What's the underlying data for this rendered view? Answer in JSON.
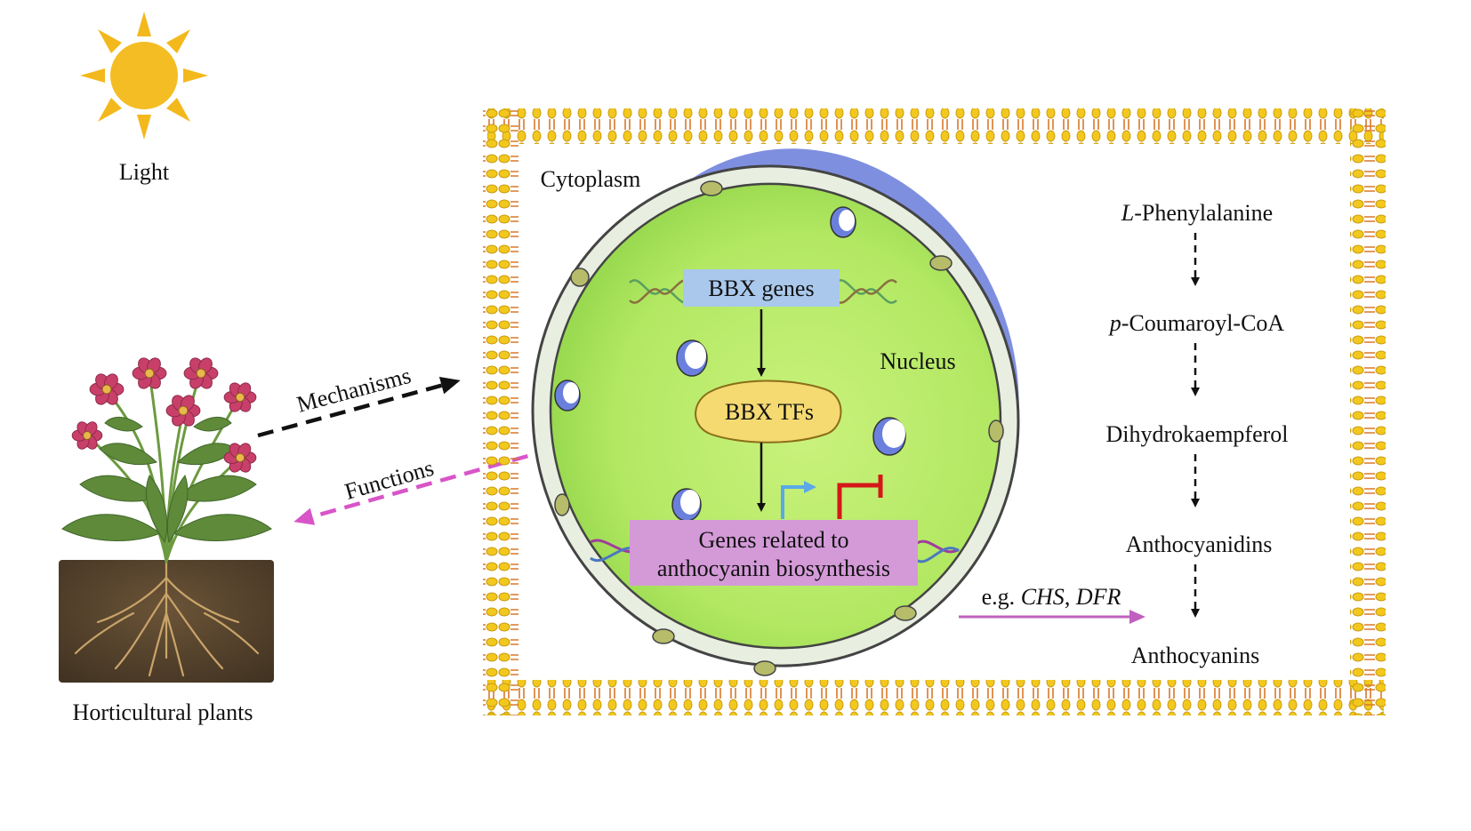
{
  "labels": {
    "light": "Light",
    "plants": "Horticultural plants",
    "cytoplasm": "Cytoplasm",
    "nucleus": "Nucleus",
    "mechanisms": "Mechanisms",
    "functions": "Functions"
  },
  "boxes": {
    "bbx_genes": "BBX genes",
    "bbx_tfs": "BBX TFs",
    "target_line1": "Genes related to",
    "target_line2": "anthocyanin biosynthesis"
  },
  "pathway": {
    "steps": [
      {
        "italic": "L",
        "rest": "-Phenylalanine"
      },
      {
        "italic": "p",
        "rest": "-Coumaroyl-CoA"
      },
      {
        "italic": "",
        "rest": "Dihydrokaempferol"
      },
      {
        "italic": "",
        "rest": "Anthocyanidins"
      },
      {
        "italic": "",
        "rest": "Anthocyanins"
      }
    ],
    "enzymes": {
      "prefix": "e.g. ",
      "gene1": "CHS",
      "sep": ", ",
      "gene2": "DFR"
    }
  },
  "colors": {
    "membrane": "#f2c81e",
    "membrane_tail": "#d9782a",
    "nucleus": "#a8e25a",
    "nucleus_inner": "#c6f07a",
    "envelope": "#e8eee0",
    "cap": "#7f8fe0",
    "bbx_genes_box": "#a9c8ec",
    "bbx_tfs_fill": "#f5da72",
    "target_box": "#d49ad8",
    "functions_arrow": "#d855c8",
    "enzyme_arrow": "#c060c0",
    "activate_arrow": "#5aa8e8",
    "repress_symbol": "#d41818",
    "sun": "#f3b81c",
    "flower": "#c8406a",
    "leaf": "#5e8a3a",
    "soil": "#5a4630"
  }
}
